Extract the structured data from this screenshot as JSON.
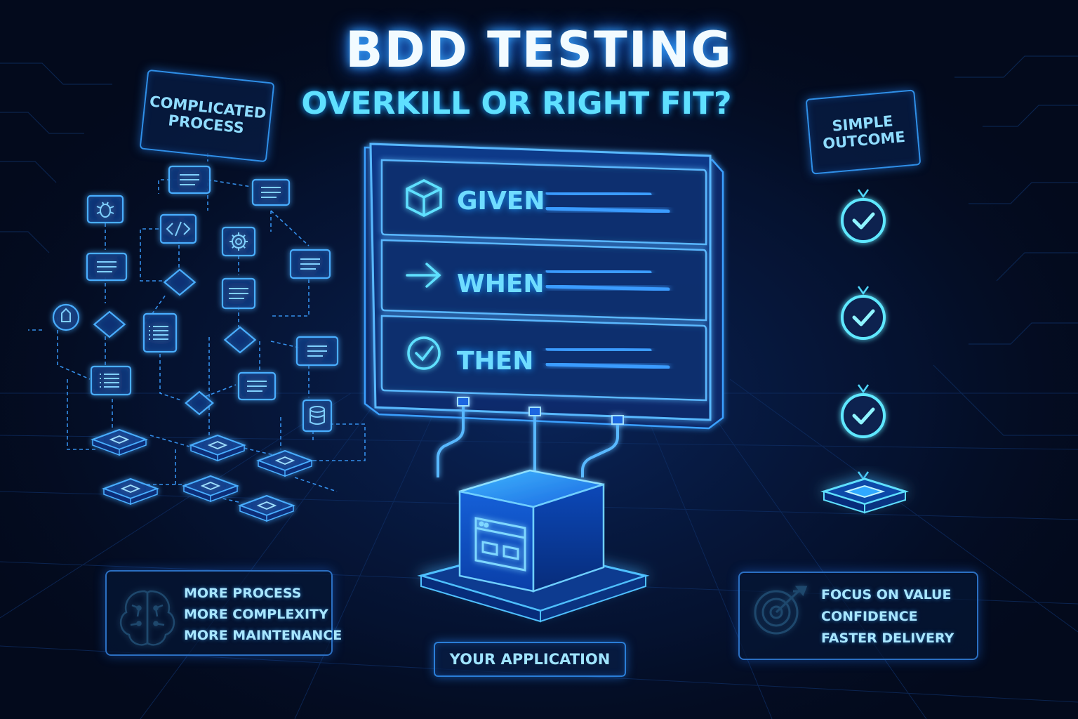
{
  "title": "BDD TESTING",
  "subtitle": "OVERKILL OR RIGHT FIT?",
  "left": {
    "box_label": "COMPLICATED PROCESS",
    "panel_lines": [
      "MORE PROCESS",
      "MORE COMPLEXITY",
      "MORE MAINTENANCE"
    ],
    "panel_icon": "brain-icon"
  },
  "center": {
    "steps": [
      {
        "label": "GIVEN",
        "icon": "cube-icon"
      },
      {
        "label": "WHEN",
        "icon": "arrow-right-icon"
      },
      {
        "label": "THEN",
        "icon": "check-circle-icon"
      }
    ],
    "app_label": "YOUR APPLICATION",
    "app_icon": "app-window-icon"
  },
  "right": {
    "box_label": "SIMPLE OUTCOME",
    "checkpoint_count": 3,
    "panel_lines": [
      "FOCUS ON VALUE",
      "CONFIDENCE",
      "FASTER DELIVERY"
    ],
    "panel_icon": "target-icon"
  },
  "colors": {
    "background": "#030a1c",
    "accent": "#2f9bff",
    "cyan": "#5fe0ff",
    "title": "#f2fbff"
  }
}
